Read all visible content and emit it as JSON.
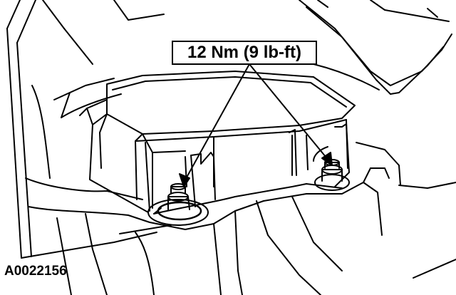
{
  "callout": {
    "torque": "12 Nm (9 lb-ft)"
  },
  "figure": {
    "id": "A0022156"
  },
  "colors": {
    "line": "#000000",
    "background": "#ffffff"
  },
  "parts": [
    {
      "name": "module",
      "icon": "module-housing"
    },
    {
      "name": "bolt-left",
      "icon": "flange-bolt-icon"
    },
    {
      "name": "bolt-right",
      "icon": "flange-bolt-icon"
    }
  ]
}
